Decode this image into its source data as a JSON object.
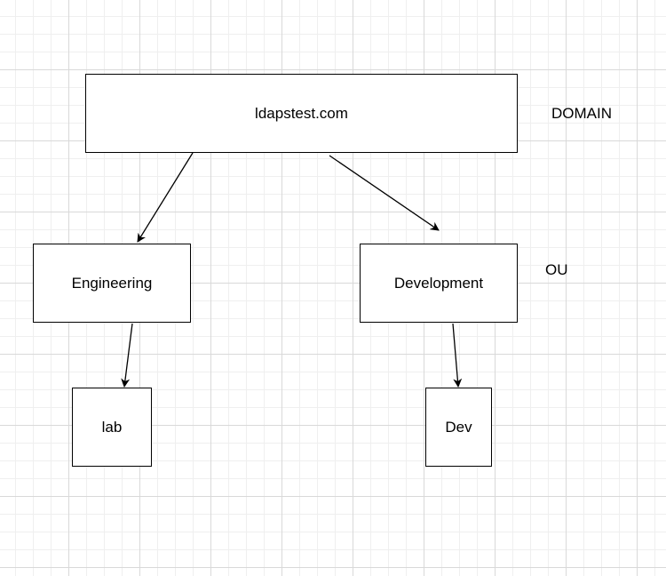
{
  "diagram": {
    "nodes": {
      "root": {
        "label": "ldapstest.com"
      },
      "engineering": {
        "label": "Engineering"
      },
      "development": {
        "label": "Development"
      },
      "lab": {
        "label": "lab"
      },
      "dev": {
        "label": "Dev"
      }
    },
    "level_labels": {
      "domain": "DOMAIN",
      "ou": "OU"
    },
    "edges": [
      {
        "from": "root",
        "to": "engineering"
      },
      {
        "from": "root",
        "to": "development"
      },
      {
        "from": "engineering",
        "to": "lab"
      },
      {
        "from": "development",
        "to": "dev"
      }
    ],
    "colors": {
      "stroke": "#000000",
      "background": "#ffffff",
      "grid_major": "#d9d9d9",
      "grid_minor": "#efefef"
    }
  }
}
